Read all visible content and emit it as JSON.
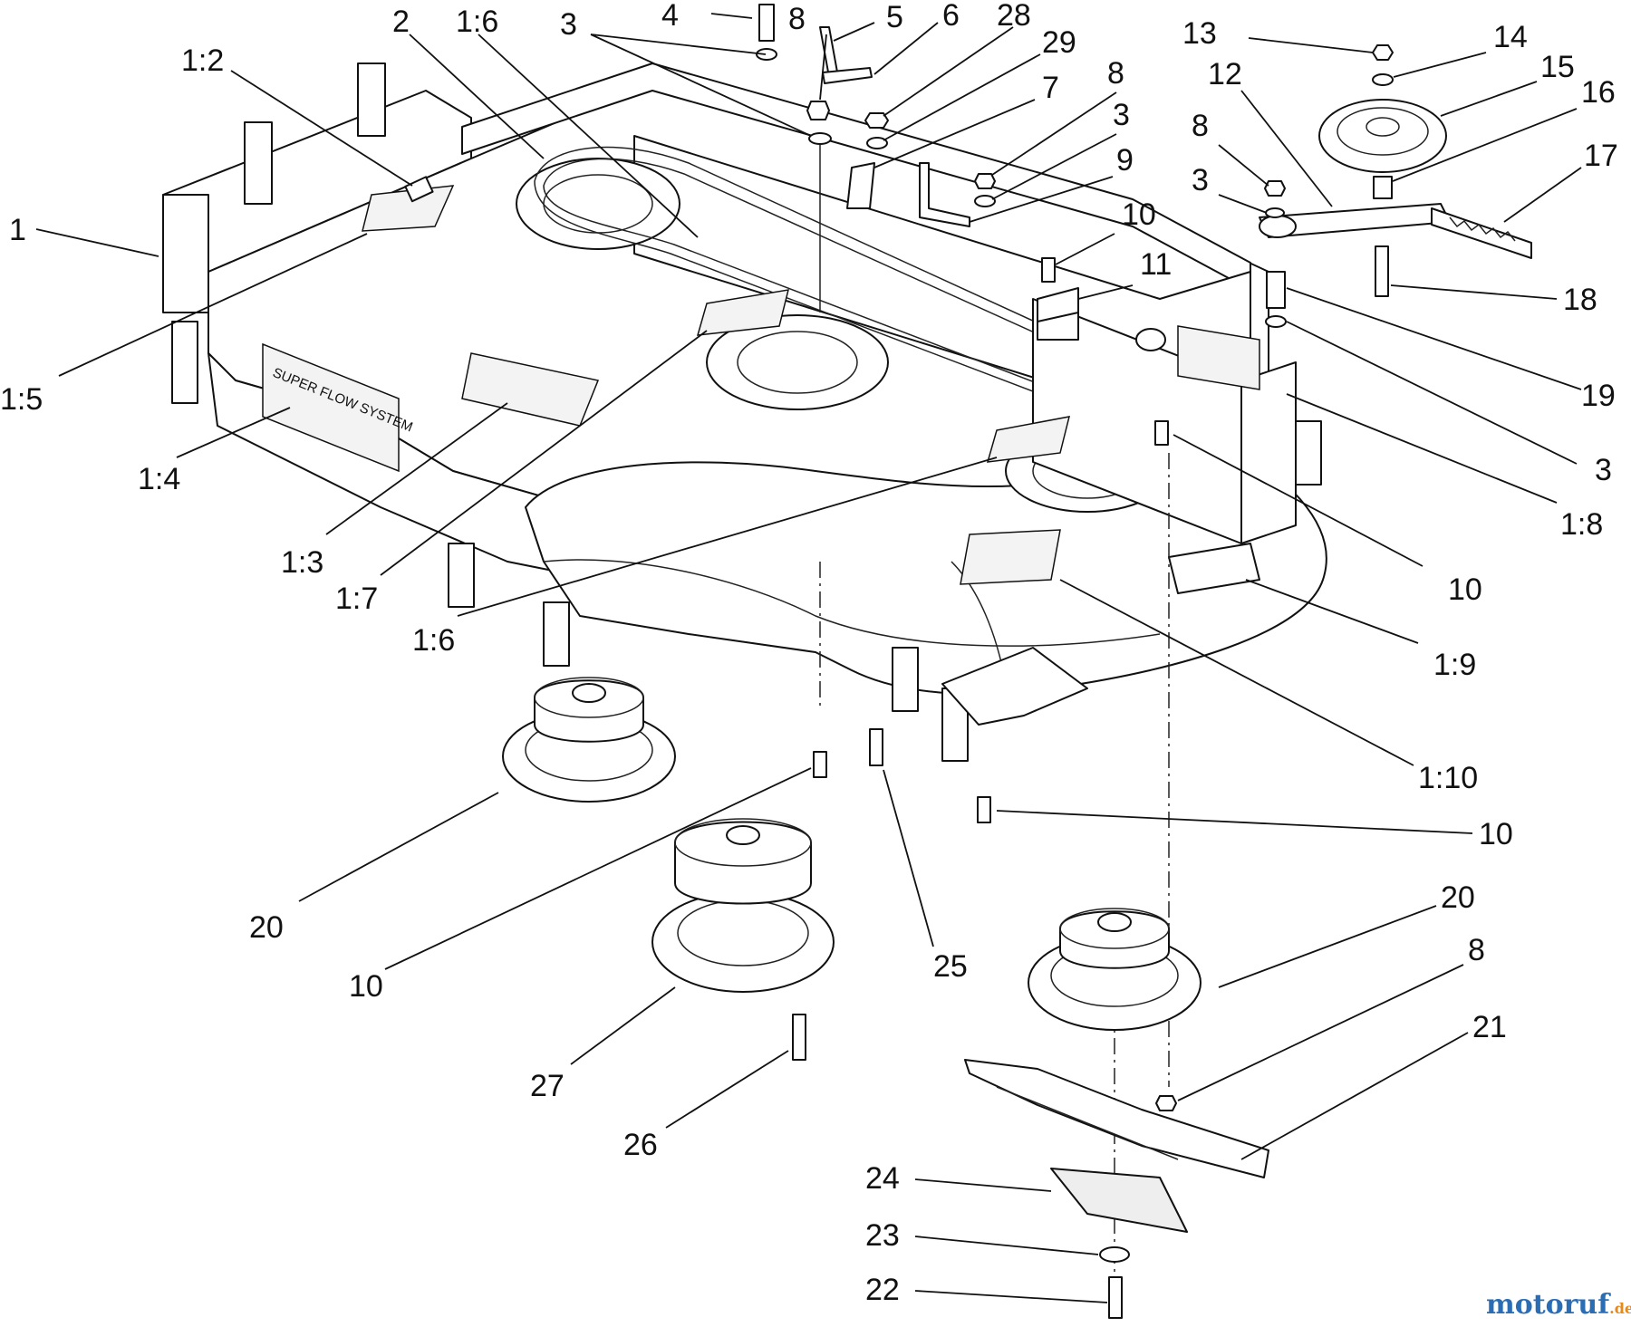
{
  "diagram": {
    "deck_decal_text": "SUPER FLOW SYSTEM",
    "watermark": {
      "text_main": "motoruf",
      "text_suffix": ".de",
      "color_primary": "#2a6db5",
      "color_accent": "#e88a1a"
    },
    "callouts": [
      {
        "id": "c-1",
        "label": "1"
      },
      {
        "id": "c-1-2",
        "label": "1:2"
      },
      {
        "id": "c-2",
        "label": "2"
      },
      {
        "id": "c-1-6-top",
        "label": "1:6"
      },
      {
        "id": "c-3-top",
        "label": "3"
      },
      {
        "id": "c-4",
        "label": "4"
      },
      {
        "id": "c-8-top",
        "label": "8"
      },
      {
        "id": "c-5",
        "label": "5"
      },
      {
        "id": "c-6",
        "label": "6"
      },
      {
        "id": "c-28",
        "label": "28"
      },
      {
        "id": "c-29",
        "label": "29"
      },
      {
        "id": "c-7",
        "label": "7"
      },
      {
        "id": "c-8-mid",
        "label": "8"
      },
      {
        "id": "c-3-mid",
        "label": "3"
      },
      {
        "id": "c-9",
        "label": "9"
      },
      {
        "id": "c-10-a",
        "label": "10"
      },
      {
        "id": "c-11",
        "label": "11"
      },
      {
        "id": "c-13",
        "label": "13"
      },
      {
        "id": "c-14",
        "label": "14"
      },
      {
        "id": "c-12",
        "label": "12"
      },
      {
        "id": "c-15",
        "label": "15"
      },
      {
        "id": "c-16",
        "label": "16"
      },
      {
        "id": "c-8-right",
        "label": "8"
      },
      {
        "id": "c-17",
        "label": "17"
      },
      {
        "id": "c-3-right",
        "label": "3"
      },
      {
        "id": "c-18",
        "label": "18"
      },
      {
        "id": "c-19",
        "label": "19"
      },
      {
        "id": "c-3-low",
        "label": "3"
      },
      {
        "id": "c-1-8",
        "label": "1:8"
      },
      {
        "id": "c-1-5",
        "label": "1:5"
      },
      {
        "id": "c-1-4",
        "label": "1:4"
      },
      {
        "id": "c-1-3",
        "label": "1:3"
      },
      {
        "id": "c-1-7",
        "label": "1:7"
      },
      {
        "id": "c-1-6-mid",
        "label": "1:6"
      },
      {
        "id": "c-10-b",
        "label": "10"
      },
      {
        "id": "c-1-9",
        "label": "1:9"
      },
      {
        "id": "c-1-10",
        "label": "1:10"
      },
      {
        "id": "c-10-c",
        "label": "10"
      },
      {
        "id": "c-20-left",
        "label": "20"
      },
      {
        "id": "c-25",
        "label": "25"
      },
      {
        "id": "c-10-d",
        "label": "10"
      },
      {
        "id": "c-20-right",
        "label": "20"
      },
      {
        "id": "c-8-low",
        "label": "8"
      },
      {
        "id": "c-21",
        "label": "21"
      },
      {
        "id": "c-27",
        "label": "27"
      },
      {
        "id": "c-26",
        "label": "26"
      },
      {
        "id": "c-24",
        "label": "24"
      },
      {
        "id": "c-23",
        "label": "23"
      },
      {
        "id": "c-22",
        "label": "22"
      }
    ]
  }
}
